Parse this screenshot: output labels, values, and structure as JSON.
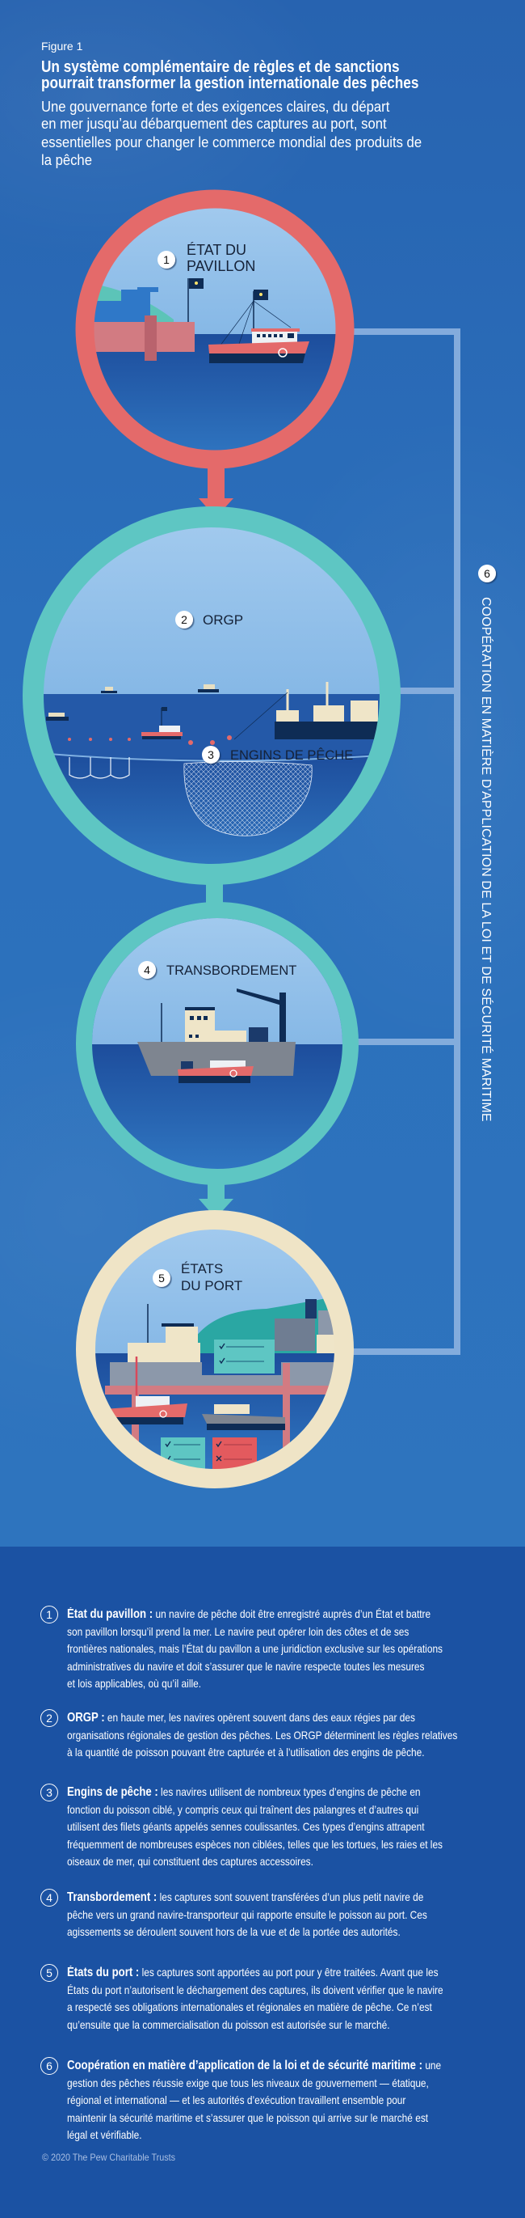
{
  "header": {
    "figure_label": "Figure 1",
    "title_lines": [
      "Un système complémentaire de règles et de sanctions",
      "pourrait transformer la gestion internationale des pêches"
    ],
    "subtitle_lines": [
      "Une gouvernance forte et des exigences claires, du départ",
      "en mer jusqu’au débarquement des captures au port, sont",
      "essentielles pour changer le commerce mondial des produits de",
      "la pêche"
    ]
  },
  "diagram": {
    "stages": [
      {
        "number": "1",
        "label_lines": [
          "ÉTAT DU",
          "PAVILLON"
        ]
      },
      {
        "number": "2",
        "label_lines": [
          "ORGP"
        ]
      },
      {
        "number": "3",
        "label_lines": [
          "ENGINS DE PÊCHE"
        ]
      },
      {
        "number": "4",
        "label_lines": [
          "TRANSBORDEMENT"
        ]
      },
      {
        "number": "5",
        "label_lines": [
          "ÉTATS",
          "DU PORT"
        ]
      }
    ],
    "side": {
      "number": "6",
      "label": "COOPÉRATION EN MATIÈRE D’APPLICATION DE LA LOI ET DE SÉCURITÉ MARITIME"
    },
    "colors": {
      "flag_ring": "#e46a6a",
      "orgp_ring": "#5ec6c3",
      "port_ring": "#efe4c6",
      "bracket": "#8db3e0"
    }
  },
  "items": [
    {
      "number": "1",
      "title": "État du pavillon :",
      "lines": [
        "un navire de pêche doit être enregistré auprès d’un État et battre",
        "son pavillon lorsqu’il prend la mer. Le navire peut opérer loin des côtes et de ses",
        "frontières nationales, mais l’État du pavillon a une juridiction exclusive sur les opérations",
        "administratives du navire et doit s’assurer que le navire respecte toutes les mesures",
        "et lois applicables, où qu’il aille."
      ]
    },
    {
      "number": "2",
      "title": "ORGP :",
      "lines": [
        "en haute mer, les navires opèrent souvent dans des eaux régies par des",
        "organisations régionales de gestion des pêches. Les ORGP déterminent les règles relatives",
        "à la quantité de poisson pouvant être capturée et à l’utilisation des engins de pêche."
      ]
    },
    {
      "number": "3",
      "title": "Engins de pêche :",
      "lines": [
        "les navires utilisent de nombreux types d’engins de pêche en",
        "fonction du poisson ciblé, y compris ceux qui traînent des palangres et d’autres qui",
        "utilisent des filets géants appelés sennes coulissantes. Ces types d’engins attrapent",
        "fréquemment de nombreuses espèces non ciblées, telles que les tortues, les raies et les",
        "oiseaux de mer, qui constituent des captures accessoires."
      ]
    },
    {
      "number": "4",
      "title": "Transbordement :",
      "lines": [
        "les captures sont souvent transférées d’un plus petit navire de",
        "pêche vers un grand navire-transporteur qui rapporte ensuite le poisson au port. Ces",
        "agissements se déroulent souvent hors de la vue et de la portée des autorités."
      ]
    },
    {
      "number": "5",
      "title": "États du port :",
      "lines": [
        "les captures sont apportées au port pour y être traitées. Avant que les",
        "États du port n’autorisent le déchargement des captures, ils doivent vérifier que le navire",
        "a respecté ses obligations internationales et régionales en matière de pêche. Ce n’est",
        "qu’ensuite que la commercialisation du poisson est autorisée sur le marché."
      ]
    },
    {
      "number": "6",
      "title": "Coopération en matière d’application de la loi et de sécurité maritime :",
      "lines": [
        "une",
        "gestion des pêches réussie exige que tous les niveaux de gouvernement — étatique,",
        "régional et international — et les autorités d’exécution travaillent ensemble pour",
        "maintenir la sécurité maritime et s’assurer que le poisson qui arrive sur le marché est",
        "légal et vérifiable."
      ]
    }
  ],
  "footer": {
    "copyright": "© 2020 The Pew Charitable Trusts"
  }
}
